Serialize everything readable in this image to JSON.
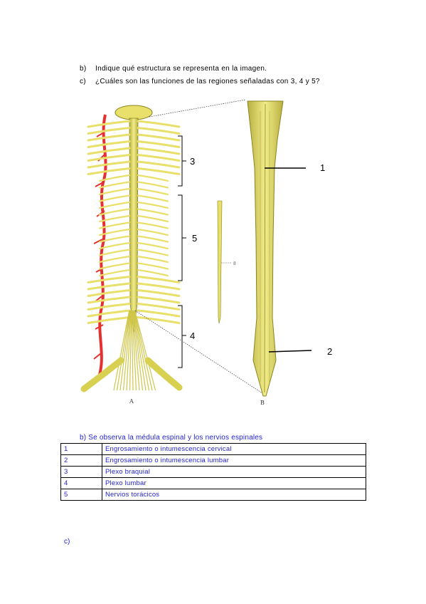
{
  "questions": [
    {
      "label": "b)",
      "text": "Indique qué estructura se representa en la imagen."
    },
    {
      "label": "c)",
      "text": "¿Cuáles son las funciones de las regiones señaladas con 3, 4 y 5?"
    }
  ],
  "figure": {
    "region_labels": [
      "3",
      "5",
      "4"
    ],
    "detail_labels": [
      "1",
      "2"
    ],
    "small_label": "8",
    "panel_labels": [
      "A",
      "B"
    ],
    "colors": {
      "nerve": "#e8e06a",
      "nerve_stroke": "#8a8420",
      "vessel": "#e53030"
    }
  },
  "answers": {
    "heading": "b) Se observa la médula espinal y los nervios espinales",
    "rows": [
      {
        "num": "1",
        "text": "Engrosamiento o intumescencia cervical"
      },
      {
        "num": "2",
        "text": "Engrosamiento o intumescencia lumbar"
      },
      {
        "num": "3",
        "text": "Plexo braquial"
      },
      {
        "num": "4",
        "text": "Plexo lumbar"
      },
      {
        "num": "5",
        "text": "Nervios torácicos"
      }
    ]
  },
  "c_label": "c)"
}
